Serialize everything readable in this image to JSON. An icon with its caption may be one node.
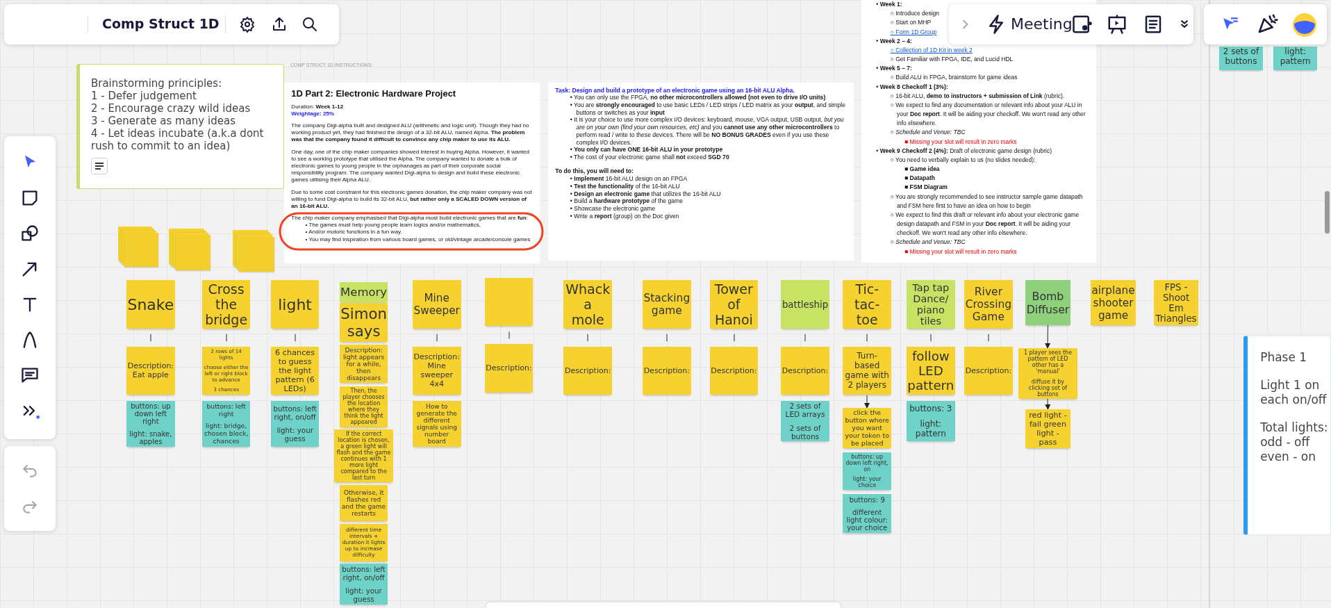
{
  "diagram": {
    "title": "Comp Struct 1D",
    "nodes": [
      {
        "text": [
          "Brainstorming principles:",
          "1 - Defer judgement",
          "2 - Encourage crazy wild ideas",
          "3 - Generate as many ideas",
          "4 - Let ideas incubate (a.k.a dont rush to commit to an idea)"
        ]
      },
      {
        "text": [
          "1D Part 2: Electronic Hardware Project",
          "Duration: **Week 1-12**",
          "Weightage: 25%",
          "The company Digi-alpha built and designed ALU (arithmetic and logic unit). Though they had no working product yet, they had finished the design of a 32-bit ALU, named Alpha. **The problem was that the company found it difficult to convince any chip maker to use its ALU.**",
          "One day, one of the chip maker companies showed interest in buying Alpha. However, it wanted to see a working prototype that utilised the Alpha. The company wanted to donate a bulk of electronic games to young people in the orphanages as part of their corporate social responsibility program. The company wanted Digi-alpha to design and build these electronic games utilising their Alpha ALU.",
          "Due to some cost constraint for this electronic games donation, the chip maker company was not willing to fund Digi-alpha to build its 32-bit ALU, **but rather only a SCALED DOWN version of an 16-bit ALU.**",
          "The chip maker company emphasised that Digi-alpha must build electronic games that are **fun**:",
          "• The games must help young people learn logics and/or mathematics,",
          "• And/or motoric functions in a fun way.",
          "• You may find inspiration from various board games, or old/vintage arcade/console games"
        ]
      },
      {
        "text": [
          "Task: Design and build a prototype of an electronic game using an 16-bit ALU Alpha.",
          "• You can only use the FPGA, **no other microcontrollers allowed (not even to drive I/O units)**",
          "• You are **strongly encouraged** to use basic LEDs / LED strips / LED matrix as your **output**, and simple buttons or switches as your **input**",
          "• It is your choice to use more complex I/O devices: keyboard, mouse, VGA output, USB output, *but you are on your own (find your own resources, etc)* and you **cannot use any other microcontrollers** to perform read / write to these devices.  There will be **NO BONUS GRADES** even if you use these complex I/O devices.",
          "• **You only can have ONE 16-bit ALU in your prototype**",
          "• The cost of your electronic game shall **not** exceed **SGD 70**",
          "To do this, you will need to:",
          "• **Implement** 16-bit ALU design on an FPGA",
          "• **Test the functionality** of the 16-bit ALU",
          "• **Design an electronic game** that utilizes the 16-bit ALU",
          "• Build a **hardware prototype** of the game",
          "• Showcase the electronic game",
          "• Write a **report** (group) on the Doc given"
        ]
      },
      {
        "text": [
          "• Week 1:",
          "○ Introduce design",
          "○ Start on MHP",
          "○ Form 1D Group",
          "• Week 2 – 4:",
          "○ Collection of 1D Kit in week 2",
          "○ Get Familiar with FPGA, IDE, and Lucid HDL",
          "• Week 5 – 7:",
          "○ Build ALU in FPGA, brainstorm for game ideas",
          "• Week 8 Checkoff 1 (3%):",
          "○ 16-bit ALU, **demo to instructors + submission of Link** (rubric).",
          "○ We expect to find any documentation or relevant info about your ALU in your **Doc report**. It will be aiding your checkoff. We won't read any other info elsewhere.",
          "○ Schedule and Venue: TBC",
          "■ Missing your slot will result in zero marks",
          "• **Week 9 Checkoff 2 (4%):** Draft of electronic game design (rubric)",
          "○ You need to verbally explain to us (no slides needed):",
          "■ Game idea",
          "■ Datapath",
          "■ FSM Diagram",
          "○ You are strongly recommended to see instructor sample game datapath and FSM here first to have an idea on how to begin",
          "○ We expect to find this draft or relevant info about your electronic game design datapath and FSM in your **Doc report**. It will be aiding your checkoff. We won't read any other info elsewhere.",
          "○ Schedule and Venue: TBC",
          "■ Missing your slot will result in zero marks"
        ]
      },
      {
        "text": [],
        "shape": "box"
      },
      {
        "text": [],
        "shape": "box"
      },
      {
        "text": [],
        "shape": "box"
      },
      {
        "text": [
          "Snake"
        ]
      },
      {
        "text": [
          "Description: Eat apple"
        ]
      },
      {
        "text": [
          "buttons: up down left right",
          "light: snake, apples"
        ]
      },
      {
        "text": [
          "Cross the bridge"
        ]
      },
      {
        "text": [
          "2 rows of 14 lights",
          "choose either the left or right block to advance",
          "3 chances"
        ]
      },
      {
        "text": [
          "buttons: left right",
          "light: bridge, chosen block, chances"
        ]
      },
      {
        "text": [
          "light"
        ]
      },
      {
        "text": [
          "6 chances to guess the light pattern (6 LEDs)"
        ]
      },
      {
        "text": [
          "buttons: left right, on/off",
          "light: your guess"
        ]
      },
      {
        "text": [
          "Memory"
        ]
      },
      {
        "text": [
          "Simon says"
        ]
      },
      {
        "text": [
          "Description: light appears for a while, then disappears"
        ]
      },
      {
        "text": [
          "Then, the player chooses the location where they think the light appeared"
        ]
      },
      {
        "text": [
          "If the correct location is chosen, a green light will flash and the game continues with 1 more light compared to the last turn"
        ]
      },
      {
        "text": [
          "Otherwise, it flashes red and the game restarts"
        ]
      },
      {
        "text": [
          "different time intervals + duration it lights up to increase difficulty"
        ]
      },
      {
        "text": [
          "buttons: left right, on/off",
          "light: your guess"
        ]
      },
      {
        "text": [
          "Mine Sweeper"
        ]
      },
      {
        "text": [
          "Description: Mine sweeper 4x4"
        ]
      },
      {
        "text": [
          "How to generate the different signals using number board"
        ]
      },
      {
        "text": [],
        "shape": "box"
      },
      {
        "text": [
          "Description:"
        ]
      },
      {
        "text": [
          "Whack a mole"
        ]
      },
      {
        "text": [
          "Description:"
        ]
      },
      {
        "text": [
          "Stacking game"
        ]
      },
      {
        "text": [
          "Description:"
        ]
      },
      {
        "text": [
          "Tower of Hanoi"
        ]
      },
      {
        "text": [
          "Description:"
        ]
      },
      {
        "text": [
          "battleship"
        ]
      },
      {
        "text": [
          "Description:"
        ]
      },
      {
        "text": [
          "2 sets of LED arrays",
          "2 sets of buttons"
        ]
      },
      {
        "text": [
          "Tic-tac-toe"
        ]
      },
      {
        "text": [
          "Turn-based game with 2 players"
        ]
      },
      {
        "text": [
          "click the button where you want your token to be placed"
        ]
      },
      {
        "text": [
          "buttons: up down left right, on",
          "light: your choice"
        ]
      },
      {
        "text": [
          "buttons: 9",
          "different light colour: your choice"
        ]
      },
      {
        "text": [
          "Tap tap Dance/ piano tiles"
        ]
      },
      {
        "text": [
          "follow LED pattern"
        ]
      },
      {
        "text": [
          "buttons: 3",
          "light: pattern"
        ]
      },
      {
        "text": [
          "River Crossing Game"
        ]
      },
      {
        "text": [
          "Description:"
        ]
      },
      {
        "text": [
          "Bomb Diffuser"
        ]
      },
      {
        "text": [
          "1 player sees the pattern of LED other has a 'manual'",
          "diffuse it by clicking set of buttons"
        ]
      },
      {
        "text": [
          "red light - fail green light - pass"
        ]
      },
      {
        "text": [
          "airplane shooter game"
        ]
      },
      {
        "text": [
          "FPS - Shoot Em Triangles"
        ]
      },
      {
        "text": [
          "2 sets of buttons"
        ]
      },
      {
        "text": [
          "light: pattern"
        ]
      },
      {
        "text": [
          "Phase 1",
          "Light 1 on each on/off",
          "Total lights: odd - off even - on"
        ]
      }
    ],
    "edges": [
      {
        "from": 7,
        "to": 8,
        "arrow": "none"
      },
      {
        "from": 10,
        "to": 11,
        "arrow": "none"
      },
      {
        "from": 13,
        "to": 14,
        "arrow": "none"
      },
      {
        "from": 24,
        "to": 25,
        "arrow": "none"
      },
      {
        "from": 27,
        "to": 28,
        "arrow": "none"
      },
      {
        "from": 29,
        "to": 30,
        "arrow": "none"
      },
      {
        "from": 31,
        "to": 32,
        "arrow": "none"
      },
      {
        "from": 33,
        "to": 34,
        "arrow": "none"
      },
      {
        "from": 35,
        "to": 36,
        "arrow": "none"
      },
      {
        "from": 38,
        "to": 39,
        "arrow": "none"
      },
      {
        "from": 39,
        "to": 40,
        "arrow": "to"
      },
      {
        "from": 43,
        "to": 44,
        "arrow": "none"
      },
      {
        "from": 46,
        "to": 47,
        "arrow": "none"
      },
      {
        "from": 48,
        "to": 49,
        "arrow": "to"
      },
      {
        "from": 49,
        "to": 50,
        "arrow": "to"
      }
    ],
    "labels": [
      "COMP STRUCT 1D INSTRUCTIONS:",
      "Meeting"
    ]
  }
}
